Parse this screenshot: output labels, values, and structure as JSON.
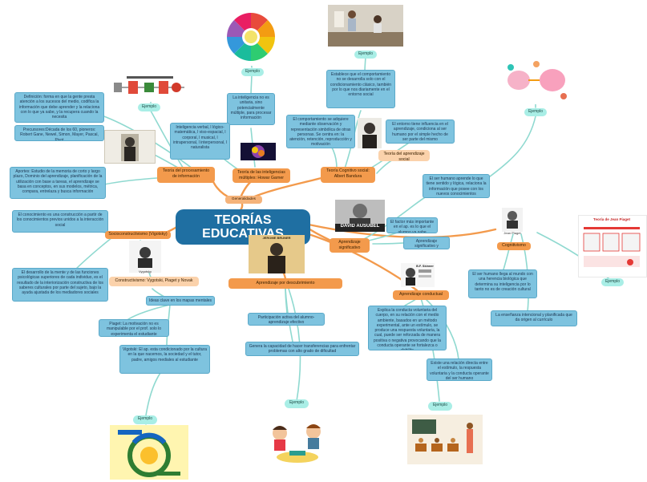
{
  "central": "TEORÍAS EDUCATIVAS",
  "generalidades": "Generalidades",
  "ejemplo": "Ejemplo",
  "left": {
    "procesamiento": "Teoría del procesamiento de información",
    "definicion": "Definición: forma en que la gente presta atención a los sucesos del medio, codifica la información que debe aprender y la relaciona con lo que ya sabe, y la recupera cuando la necesita",
    "precursores": "Precursores:Década de los 60, pioneros: Robert Gane, Newel, Simon, Mayer, Pascal, Pivot",
    "aportes": "Aportes: Estudio de la memoria de corto y largo plazo, Dominio del aprendizaje, planificación de la utilización con base a tareas, el aprendizaje se basa en conceptos, en sus modelos, métrica, compara, entrelaza y busca información",
    "socio": "Socioconstructivismo (Vigotsky)",
    "conocimiento": "El conocimiento es una construcción a partir de los conocimientos previos unidos a la interacción social",
    "desarrollo": "El desarrollo de la mente y de las funciones psicológicas superiores de cada individuo, es el resultado de la interiorización constructiva de los saberes culturales por parte del sujeto, bajo la ayuda ajustada de los mediadores sociales",
    "constructivismo": "Constructivismo: Vygotski, Piaget y Novak",
    "vygotsky_caption": "Vygotsky"
  },
  "bottom_left": {
    "mapas": "Ideas clave en los mapas mentales",
    "piaget": "Piaget: La motivación no es manipulable por el prof. solo lo experimenta el estudiante",
    "vigotski": "Vigotski: El ap. esta condicionado por la cultura en la que nacemos, la sociedad y el tutor, padre, amigos mediales al estudiante"
  },
  "top": {
    "inteligencias": "Teoría de las inteligencias múltiples: Howar Garner",
    "no_unitaria": "La inteligencia no es unitaria, sino potencialmente múltiple, para procesar información",
    "tipos": "Inteligencia verbal, l lógico-matemática, l viso-espacial, l corporal, l musical, l intrapersonal, l interpersonal, l naturalista",
    "cognitivo_social": "Teoría Cognitivo social: Albert Bandura",
    "comportamiento": "El comportamiento se adquiere mediante observación y representación simbólica de otras personas. Se centra en: la atención, retención, reproducción y motivación",
    "establece": "Establece que el comportamiento no se desarrolla solo con el condicionamiento clásico, también por lo que nos diariamente en el entorno social",
    "entorno": "El entorno tiene influencia en el aprendizaje, condiciona al ser humano por el simple hecho de ser parte del mismo",
    "aprendizaje_social": "Teoría del aprendizaje social"
  },
  "right": {
    "ausubel_label": "DAVID AUSUBEL",
    "significativo": "Aprendizaje significativo",
    "ser_humano": "El ser humano aprende lo que tiene sentido y lógica, relaciona la información que posee con los nuevos conocimientos",
    "factor": "El factor más importante en el ap. es lo que el alumno ya sabe",
    "significativo_receptivo": "Aprendizaje significativo y desarrollo receptivo",
    "cognitivismo": "Cognitivismo",
    "piaget_caption": "Jean Piaget",
    "piaget_chart_title": "Teoría de Jean Piaget",
    "construye": "El ser humano llega al mundo con una herencia biológica que determina su inteligencia por lo tanto no es de creación cultural",
    "ensenanza": "La enseñanza intencional y planificada que da origen al currículo"
  },
  "bottom": {
    "descubrimiento": "Aprendizaje por descubrimiento",
    "bruner_label": "JEROME BRUNER",
    "participacion": "Participación activa del alumno-aprendizaje efectivo",
    "capacidad": "Genera la capacidad de hacer transferencias para enfrentar problemas con alto grado de dificultad",
    "conductual": "Aprendizaje conductual",
    "skinner_label": "B.F. Skinner",
    "explica": "Explica la conducta voluntaria del cuerpo, en su relación con el medio ambiente, basados en un método experimental, ante un estímulo, se produce una respuesta voluntaria, la cual, puede ser reforzada de manera positiva o negativa provocando que la conducta operante se fortalezca o debilite",
    "existe": "Existe una relación directa entre el estímulo, la respuesta voluntaria y la conducta operante del ser humano"
  },
  "colors": {
    "central": "#1f6fa2",
    "branch_orange": "#f39a4c",
    "detail_blue": "#7ec3df",
    "example_teal": "#a9eee6",
    "link_orange": "#f39a4c",
    "link_teal": "#8fd9d0"
  }
}
